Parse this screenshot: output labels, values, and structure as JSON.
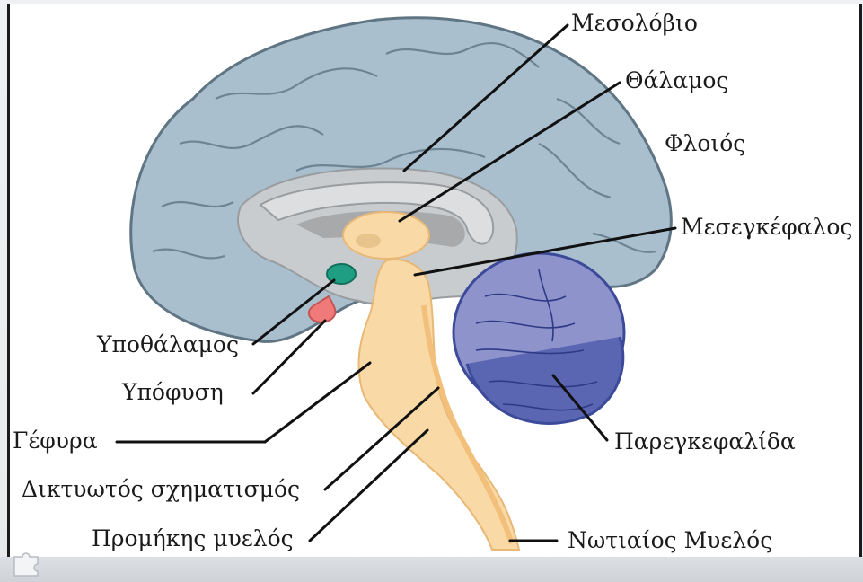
{
  "labels": {
    "corpus_callosum": "Μεσολόβιο",
    "thalamus": "Θάλαμος",
    "cortex": "Φλοιός",
    "midbrain": "Μεσεγκέφαλος",
    "hypothalamus": "Υποθάλαμος",
    "pituitary": "Υπόφυση",
    "pons": "Γέφυρα",
    "reticular_formation": "Δικτυωτός σχηματισμός",
    "cerebellum": "Παρεγκεφαλίδα",
    "medulla": "Προμήκης μυελός",
    "spinal_cord": "Νωτιαίος Μυελός"
  },
  "colors": {
    "cortex": "#a9bfcd",
    "cortex_outline": "#5f7583",
    "gray_matter": "#c9ccce",
    "ventricle": "#a7a9ab",
    "brainstem": "#f9d9a6",
    "brainstem_dark": "#f2c07a",
    "cerebellum": "#8e93cc",
    "cerebellum_dark": "#3c4a9a",
    "hypothalamus": "#1f9e84",
    "pituitary": "#f07a7a"
  }
}
